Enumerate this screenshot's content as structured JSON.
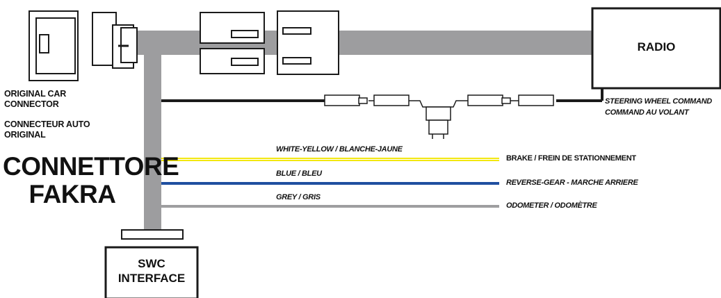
{
  "labels": {
    "original_car_connector_en": "ORIGINAL CAR\nCONNECTOR",
    "original_car_connector_fr": "CONNECTEUR AUTO\nORIGINAL",
    "connettore_line1": "CONNETTORE",
    "connettore_line2": "FAKRA",
    "radio": "RADIO",
    "steering_wheel_en": "STEERING WHEEL COMMAND",
    "steering_wheel_fr": "COMMAND AU VOLANT",
    "swc_line1": "SWC",
    "swc_line2": "INTERFACE"
  },
  "wires": [
    {
      "name": "WHITE-YELLOW / BLANCHE-JAUNE",
      "destination": "BRAKE /  FREIN DE STATIONNEMENT",
      "colors": [
        "#f2e600",
        "#ffffff"
      ]
    },
    {
      "name": "BLUE / BLEU",
      "destination": "REVERSE-GEAR - MARCHE ARRIERE",
      "colors": [
        "#1f4fa0"
      ]
    },
    {
      "name": "GREY / GRIS",
      "destination": "ODOMETER / ODOMÈTRE",
      "colors": [
        "#9e9ea0"
      ]
    }
  ],
  "colors": {
    "harness": "#9d9d9f",
    "outline": "#1a1a1a",
    "steering_cable": "#1a1a1a"
  }
}
